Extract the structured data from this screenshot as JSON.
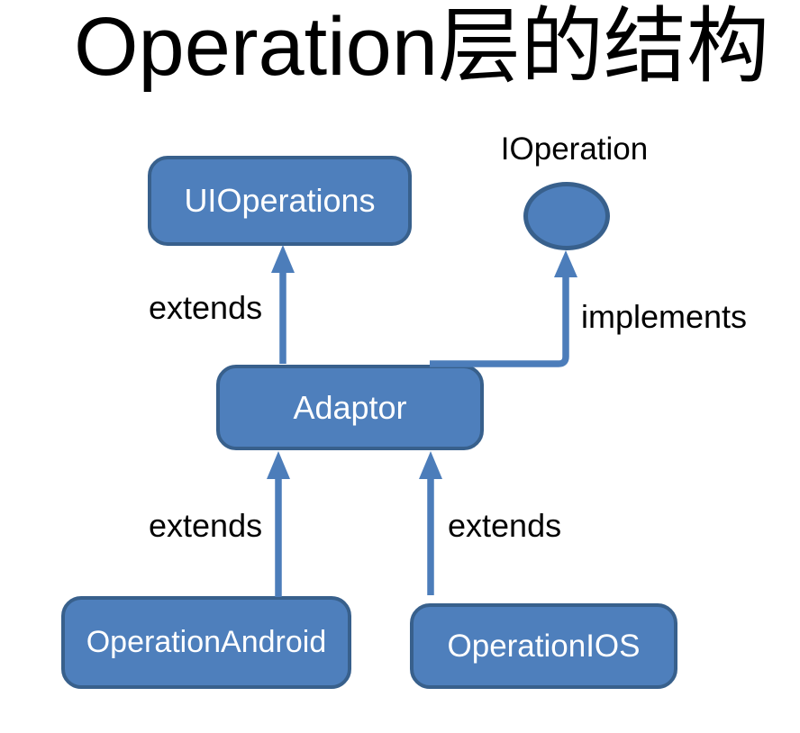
{
  "title": "Operation层的结构",
  "diagram": {
    "nodes": {
      "uioperations": {
        "label": "UIOperations",
        "shape": "rounded-rect"
      },
      "ioperation": {
        "label": "IOperation",
        "shape": "ellipse"
      },
      "adaptor": {
        "label": "Adaptor",
        "shape": "rounded-rect"
      },
      "operation_android": {
        "label": "OperationAndroid",
        "shape": "rounded-rect"
      },
      "operation_ios": {
        "label": "OperationIOS",
        "shape": "rounded-rect"
      }
    },
    "edges": [
      {
        "from": "Adaptor",
        "to": "UIOperations",
        "label": "extends"
      },
      {
        "from": "Adaptor",
        "to": "IOperation",
        "label": "implements"
      },
      {
        "from": "OperationAndroid",
        "to": "Adaptor",
        "label": "extends"
      },
      {
        "from": "OperationIOS",
        "to": "Adaptor",
        "label": "extends"
      }
    ]
  },
  "theme": {
    "node_fill": "#4E7FBC",
    "node_border": "#38608C",
    "connector": "#4C7DBA",
    "label_color": "#000000",
    "node_text_color": "#FFFFFF",
    "background": "#FFFFFF"
  }
}
